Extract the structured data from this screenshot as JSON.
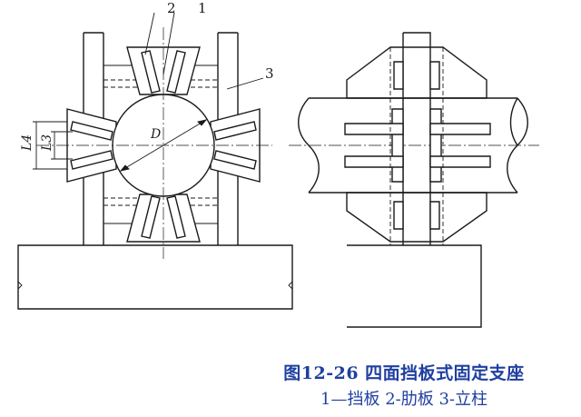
{
  "figure": {
    "title": "图12-26  四面挡板式固定支座",
    "legend": "1—挡板  2-肋板  3-立柱"
  },
  "callouts": {
    "c1": "1",
    "c2": "2",
    "c3": "3"
  },
  "dimensions": {
    "d": "D",
    "l4": "L4",
    "l3": "L3"
  }
}
